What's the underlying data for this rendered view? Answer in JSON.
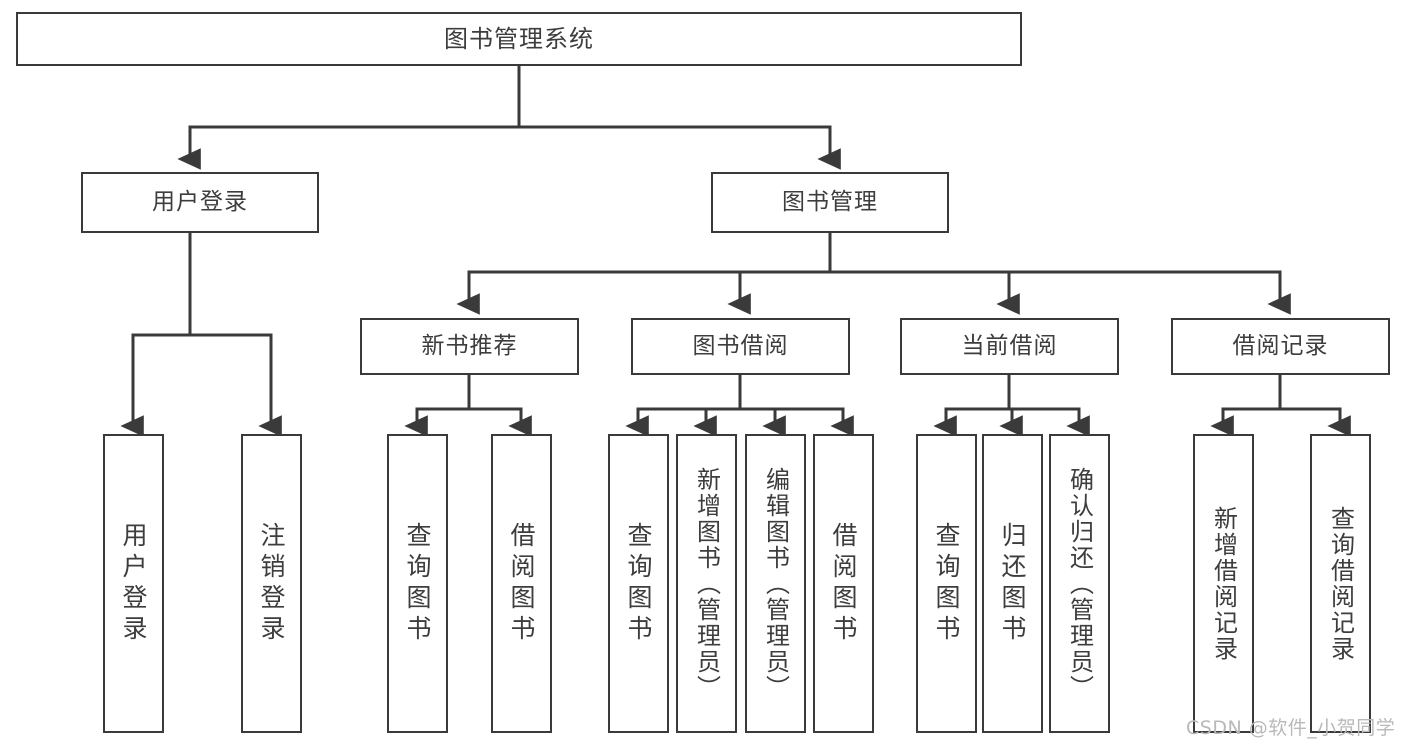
{
  "diagram": {
    "title": "图书管理系统",
    "watermark": "CSDN @软件_小贺同学",
    "colors": {
      "stroke": "#3a3a3a",
      "fill": "#ffffff",
      "text": "#3d3d3d",
      "watermark": "#b9b9b9"
    },
    "levels": {
      "root": {
        "label": "图书管理系统"
      },
      "level2": [
        {
          "label": "用户登录"
        },
        {
          "label": "图书管理"
        }
      ],
      "level3": [
        {
          "label": "新书推荐"
        },
        {
          "label": "图书借阅"
        },
        {
          "label": "当前借阅"
        },
        {
          "label": "借阅记录"
        }
      ],
      "leaves": {
        "user_login": [
          {
            "label": "用户登录"
          },
          {
            "label": "注销登录"
          }
        ],
        "new_book_recommend": [
          {
            "label": "查询图书"
          },
          {
            "label": "借阅图书"
          }
        ],
        "book_borrow": [
          {
            "label": "查询图书"
          },
          {
            "label": "新增图书（管理员）"
          },
          {
            "label": "编辑图书（管理员）"
          },
          {
            "label": "借阅图书"
          }
        ],
        "current_borrow": [
          {
            "label": "查询图书"
          },
          {
            "label": "归还图书"
          },
          {
            "label": "确认归还（管理员）"
          }
        ],
        "borrow_record": [
          {
            "label": "新增借阅记录"
          },
          {
            "label": "查询借阅记录"
          }
        ]
      }
    }
  }
}
